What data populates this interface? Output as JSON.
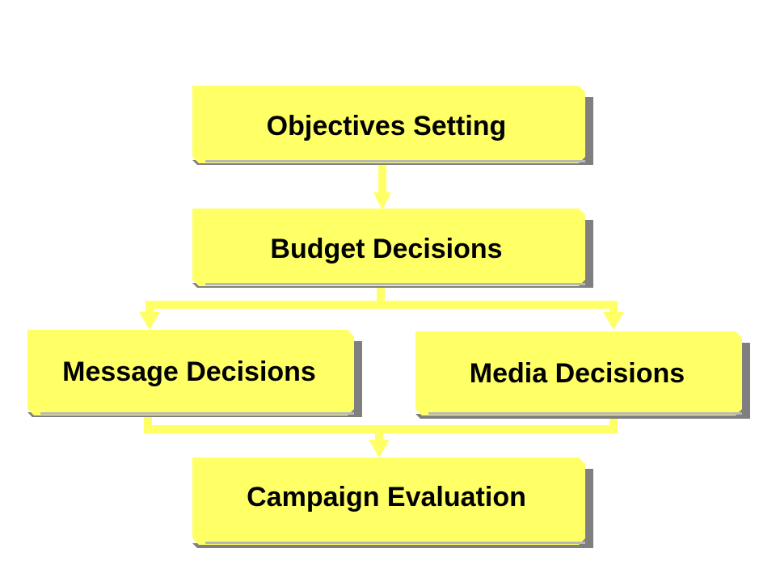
{
  "colors": {
    "box_fill": "#ffff66",
    "box_shadow": "#7f7f7f",
    "box_shadow_inner": "#b8b8b8",
    "connector": "#ffff66",
    "text": "#000000",
    "background": "#ffffff"
  },
  "nodes": [
    {
      "id": "objectives",
      "label": "Objectives Setting"
    },
    {
      "id": "budget",
      "label": "Budget Decisions"
    },
    {
      "id": "message",
      "label": "Message Decisions"
    },
    {
      "id": "media",
      "label": "Media Decisions"
    },
    {
      "id": "evaluation",
      "label": "Campaign Evaluation"
    }
  ],
  "edges": [
    {
      "from": "objectives",
      "to": "budget"
    },
    {
      "from": "budget",
      "to": "message"
    },
    {
      "from": "budget",
      "to": "media"
    },
    {
      "from": "message",
      "to": "evaluation"
    },
    {
      "from": "media",
      "to": "evaluation"
    }
  ]
}
